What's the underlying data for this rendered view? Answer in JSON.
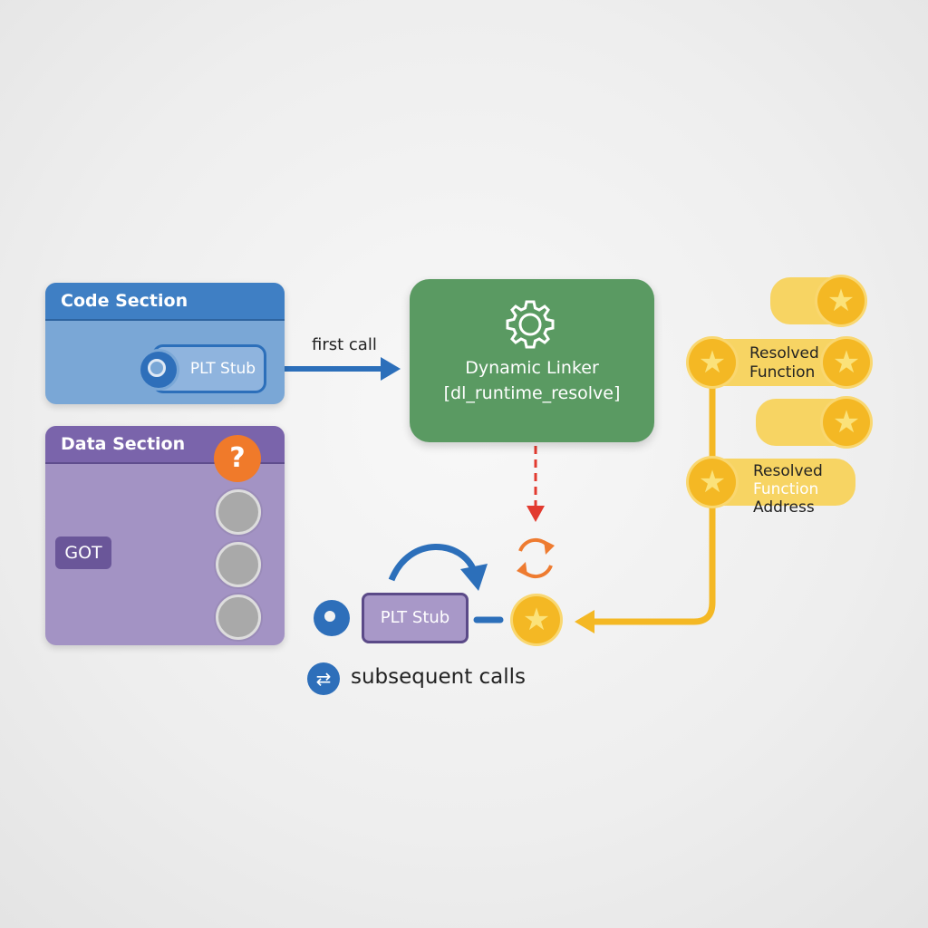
{
  "code_section": {
    "title": "Code Section",
    "plt_label": "PLT Stub"
  },
  "data_section": {
    "title": "Data Section",
    "got_label": "GOT",
    "question_glyph": "?"
  },
  "first_call_label": "first call",
  "dynamic_linker": {
    "line1": "Dynamic Linker",
    "line2": "[dl_runtime_resolve]"
  },
  "plt_bottom": {
    "label": "PLT Stub"
  },
  "subsequent_calls_label": "subsequent calls",
  "resolved": {
    "item1_line1": "Resolved",
    "item1_line2": "Function",
    "item2_line1": "Resolved",
    "item2_line2": "Function",
    "item2_line3": "Address"
  },
  "icons": {
    "gear": "gear-icon",
    "question": "question-icon",
    "refresh": "refresh-icon",
    "swap": "swap-arrows-icon",
    "star": "star-icon"
  },
  "colors": {
    "code_blue": "#3f7fc4",
    "data_purple": "#7a64ab",
    "linker_green": "#5a9a62",
    "resolve_yellow": "#f4b824",
    "question_orange": "#f07a2a",
    "dashed_red": "#e23a2f"
  }
}
